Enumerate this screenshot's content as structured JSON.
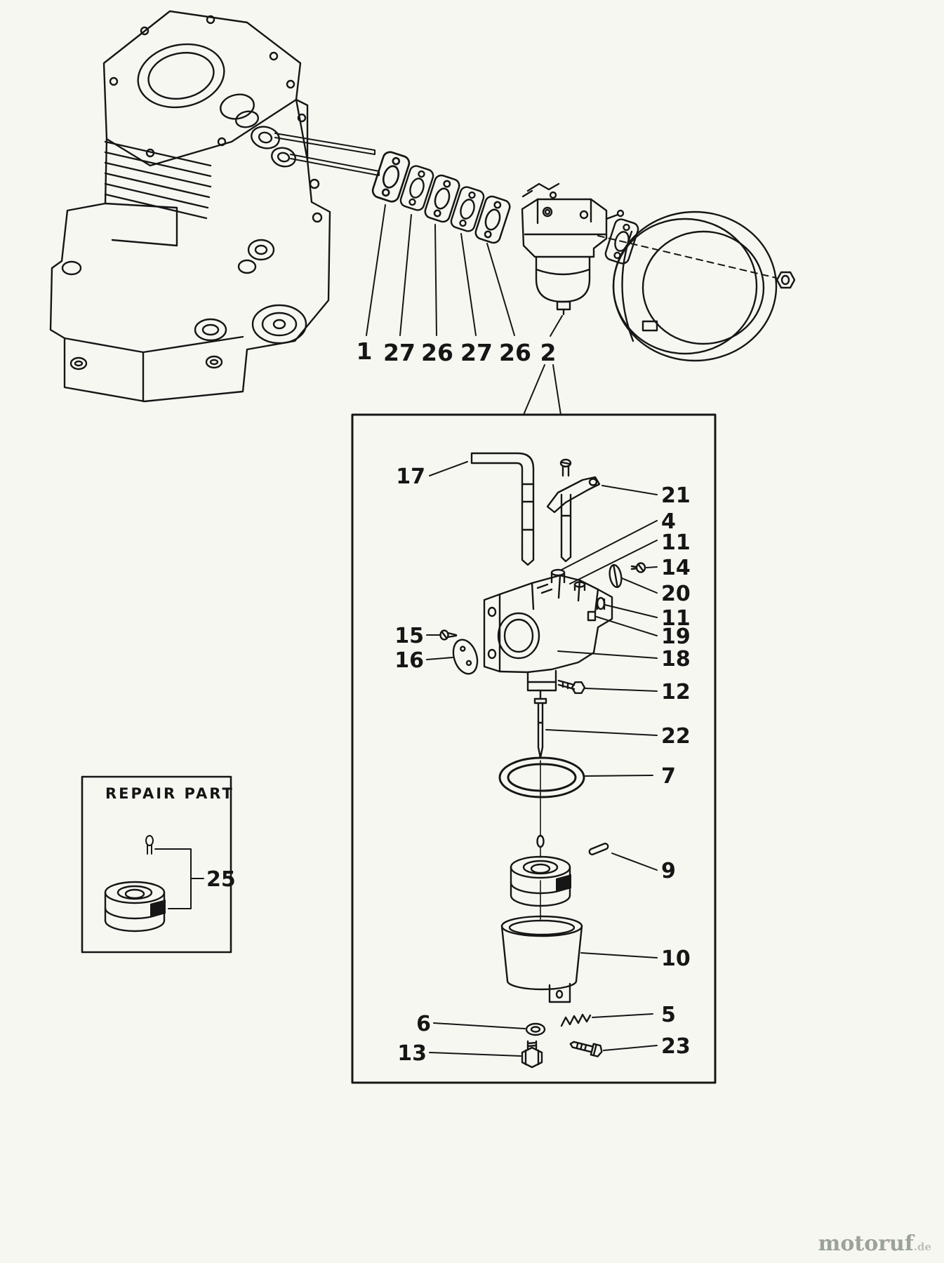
{
  "colors": {
    "ink": "#161616",
    "paper": "#f7f7f2",
    "watermark_brand": "#9ba29a",
    "watermark_suffix": "#bcc1b7"
  },
  "callouts": {
    "gasket_row": [
      "1",
      "27",
      "26",
      "27",
      "26",
      "2"
    ],
    "detail_left": [
      "17",
      "15",
      "16",
      "6",
      "13"
    ],
    "detail_right": [
      "21",
      "4",
      "11",
      "14",
      "20",
      "11",
      "19",
      "18",
      "12",
      "22",
      "7",
      "9",
      "10",
      "5",
      "23"
    ]
  },
  "repair_part": {
    "title": "REPAIR PART",
    "label": "25"
  },
  "watermark": {
    "brand": "motoruf",
    "suffix": ".de"
  }
}
